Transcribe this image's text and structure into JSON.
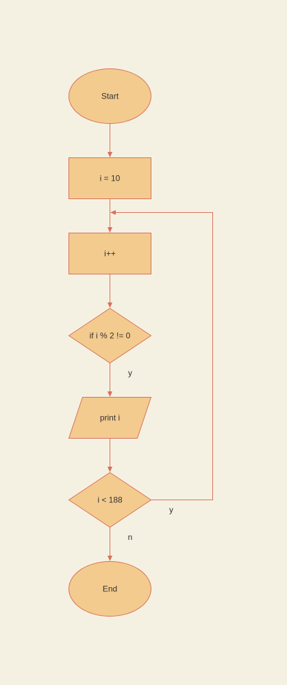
{
  "colors": {
    "background": "#f5f1e2",
    "node_fill": "#f3cb8e",
    "stroke": "#d9705a",
    "text": "#333333"
  },
  "nodes": {
    "start": "Start",
    "init": "i = 10",
    "increment": "i++",
    "condition_odd": "if i % 2 != 0",
    "print": "print i",
    "condition_loop": "i < 188",
    "end": "End"
  },
  "edges": {
    "odd_yes": "y",
    "loop_yes": "y",
    "loop_no": "n"
  }
}
